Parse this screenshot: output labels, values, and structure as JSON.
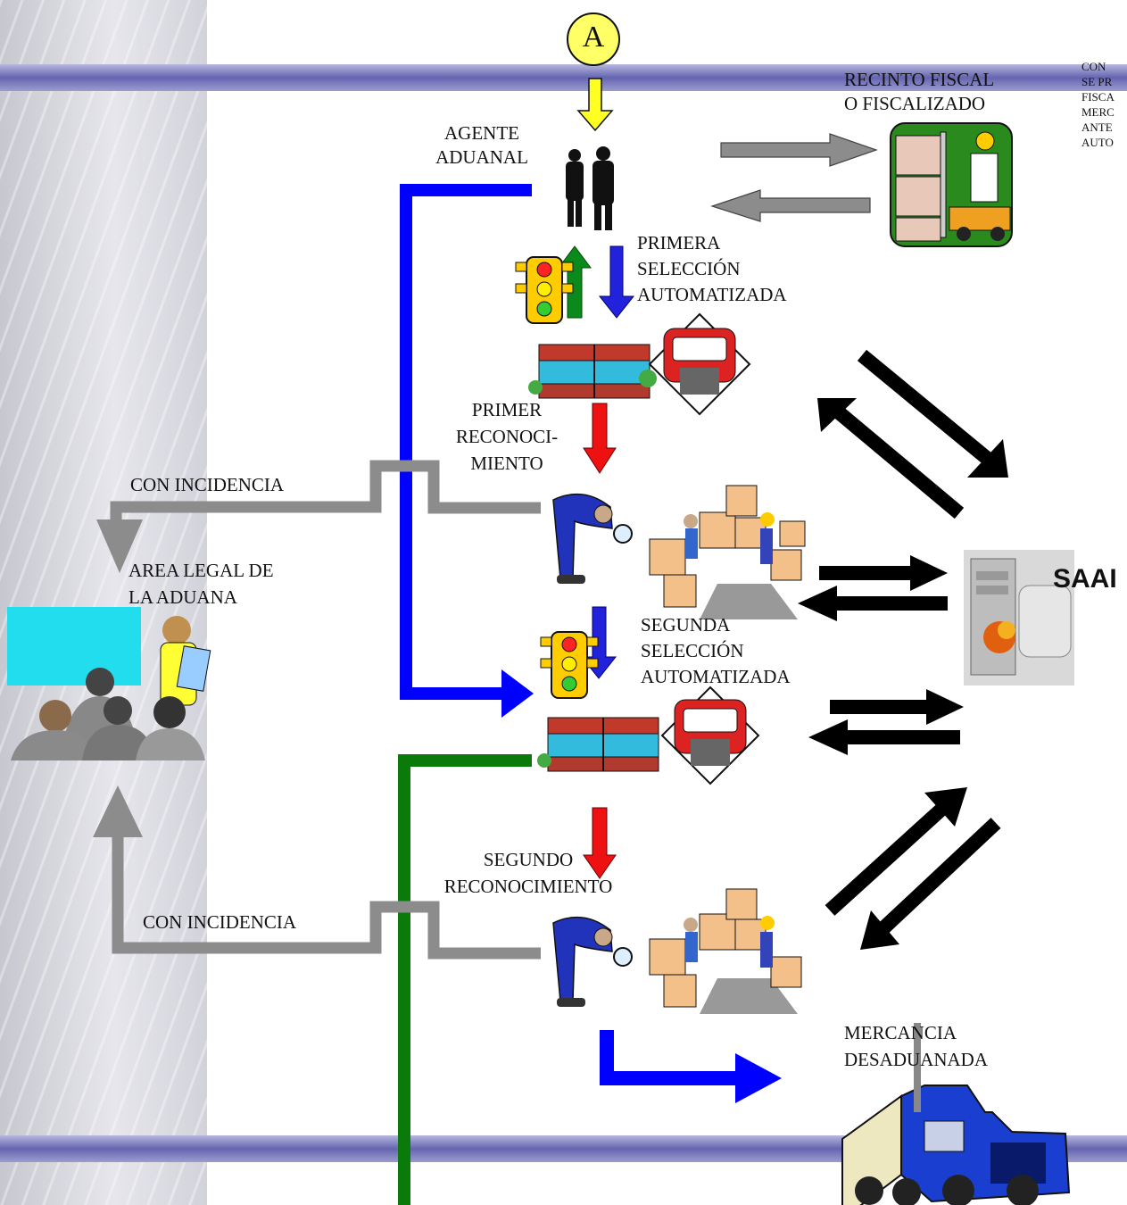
{
  "connector": {
    "label": "A"
  },
  "labels": {
    "recinto_fiscal": [
      "RECINTO FISCAL",
      "O FISCALIZADO"
    ],
    "agente_aduanal": [
      "AGENTE",
      "ADUANAL"
    ],
    "primera_seleccion": [
      "PRIMERA",
      "SELECCIÓN",
      "AUTOMATIZADA"
    ],
    "primer_reconocimiento": [
      "PRIMER",
      "RECONOCI-",
      "MIENTO"
    ],
    "segunda_seleccion": [
      "SEGUNDA",
      "SELECCIÓN",
      "AUTOMATIZADA"
    ],
    "segundo_reconocimiento": [
      "SEGUNDO",
      "RECONOCIMIENTO"
    ],
    "con_incidencia_1": "CON   INCIDENCIA",
    "con_incidencia_2": "CON    INCIDENCIA",
    "area_legal": [
      "AREA LEGAL DE",
      "LA ADUANA"
    ],
    "mercancia": [
      "MERCANCIA",
      "DESADUANADA"
    ],
    "saai": "SAAI",
    "note_truncated": [
      "CON",
      "SE PR",
      "FISCA",
      "MERC",
      "ANTE",
      "AUTO"
    ]
  },
  "colors": {
    "blue_path": "#0000ff",
    "green_path": "#0a7a0a",
    "gray_path": "#8c8c8c",
    "red_arrow": "#ee1111",
    "yellow_arrow": "#ffff22",
    "band": "#6f6fb8"
  },
  "icons": [
    "traffic-light-icon",
    "customs-booth-icon",
    "inspector-icon",
    "boxes-icon",
    "server-icon",
    "truck-icon",
    "forklift-icon",
    "businessmen-icon",
    "meeting-icon"
  ]
}
